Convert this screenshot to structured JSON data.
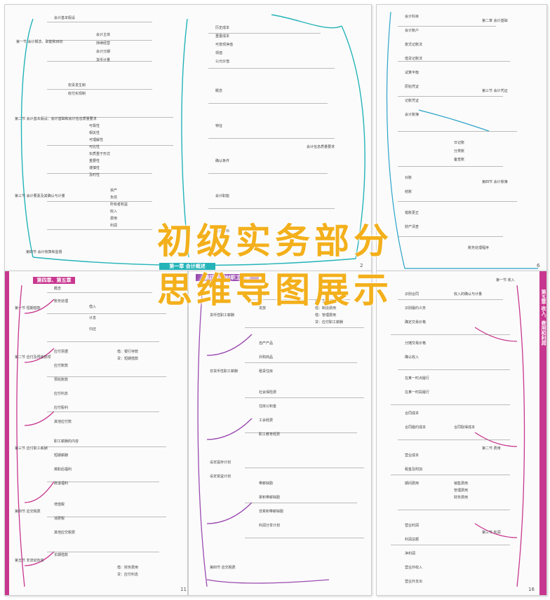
{
  "overlay": {
    "line1": "初级实务部分",
    "line2": "思维导图展示"
  },
  "pages": {
    "p1": {
      "num": "2",
      "bottom_tab": "第一章 会计概述",
      "accent": "#23b3b8",
      "labels": [
        "第一节 会计概念、职能和目标",
        "会计基本假设",
        "会计主体",
        "持续经营",
        "会计分期",
        "货币计量",
        "第二节 会计基本假设、会计基础和会计信息质量要求",
        "权责发生制",
        "收付实现制",
        "可靠性",
        "相关性",
        "可理解性",
        "可比性",
        "实质重于形式",
        "重要性",
        "谨慎性",
        "及时性",
        "第三节 会计要素及其确认与计量",
        "资产",
        "负债",
        "所有者权益",
        "收入",
        "费用",
        "利润",
        "第四节 会计核算和监督",
        "历史成本",
        "重置成本",
        "可变现净值",
        "现值",
        "公允价值",
        "概念",
        "特征",
        "确认条件",
        "会计职能",
        "会计目标",
        "会计信息质量要求"
      ]
    },
    "p2": {
      "num": "6",
      "accent": "#2aa3c9",
      "labels": [
        "会计科目",
        "会计账户",
        "复式记账法",
        "借贷记账法",
        "试算平衡",
        "原始凭证",
        "记账凭证",
        "会计账簿",
        "日记账",
        "分类账",
        "备查账",
        "对账",
        "结账",
        "错账更正",
        "财产清查",
        "第二章 会计基础",
        "第三节 会计凭证",
        "第四节 会计账簿",
        "账务处理程序"
      ]
    },
    "p3": {
      "num": "11",
      "tab_top": "第四章、第五章",
      "accent": "#c8378f",
      "labels": [
        "第一节 短期借款",
        "概念",
        "账务处理",
        "借入",
        "计息",
        "归还",
        "第二节 应付及预收款项",
        "应付票据",
        "应付账款",
        "预收账款",
        "应付利息",
        "应付股利",
        "其他应付款",
        "第三节 应付职工薪酬",
        "职工薪酬的内容",
        "短期薪酬",
        "离职后福利",
        "辞退福利",
        "第四节 应交税费",
        "增值税",
        "消费税",
        "其他应交税费",
        "第五节 非流动负债",
        "长期借款",
        "借：银行存款",
        "贷：短期借款",
        "借：财务费用",
        "贷：应付利息"
      ]
    },
    "p4": {
      "num": "",
      "top_title": "第四章 应付职工薪酬",
      "accent": "#9a4ab0",
      "labels": [
        "货币性职工薪酬",
        "计提",
        "发放",
        "非货币性职工薪酬",
        "自产产品",
        "外购商品",
        "租赁住房",
        "社会保险费",
        "住房公积金",
        "工会经费",
        "职工教育经费",
        "设定提存计划",
        "设定受益计划",
        "带薪缺勤",
        "累积带薪缺勤",
        "非累积带薪缺勤",
        "利润分享计划",
        "第四节 应交税费",
        "借：生产成本",
        "借：制造费用",
        "借：管理费用",
        "贷：应付职工薪酬"
      ]
    },
    "p5": {
      "num": "16",
      "side_tab": "第五章 收入、费用和利润",
      "accent": "#c8378f",
      "labels": [
        "第一节 收入",
        "收入的确认与计量",
        "识别合同",
        "识别履约义务",
        "确定交易价格",
        "分摊交易价格",
        "确认收入",
        "在某一时点履行",
        "在某一时段履行",
        "合同成本",
        "合同履约成本",
        "合同取得成本",
        "第二节 费用",
        "营业成本",
        "税金及附加",
        "期间费用",
        "销售费用",
        "管理费用",
        "财务费用",
        "第三节 利润",
        "营业利润",
        "利润总额",
        "净利润",
        "营业外收入",
        "营业外支出"
      ]
    }
  }
}
